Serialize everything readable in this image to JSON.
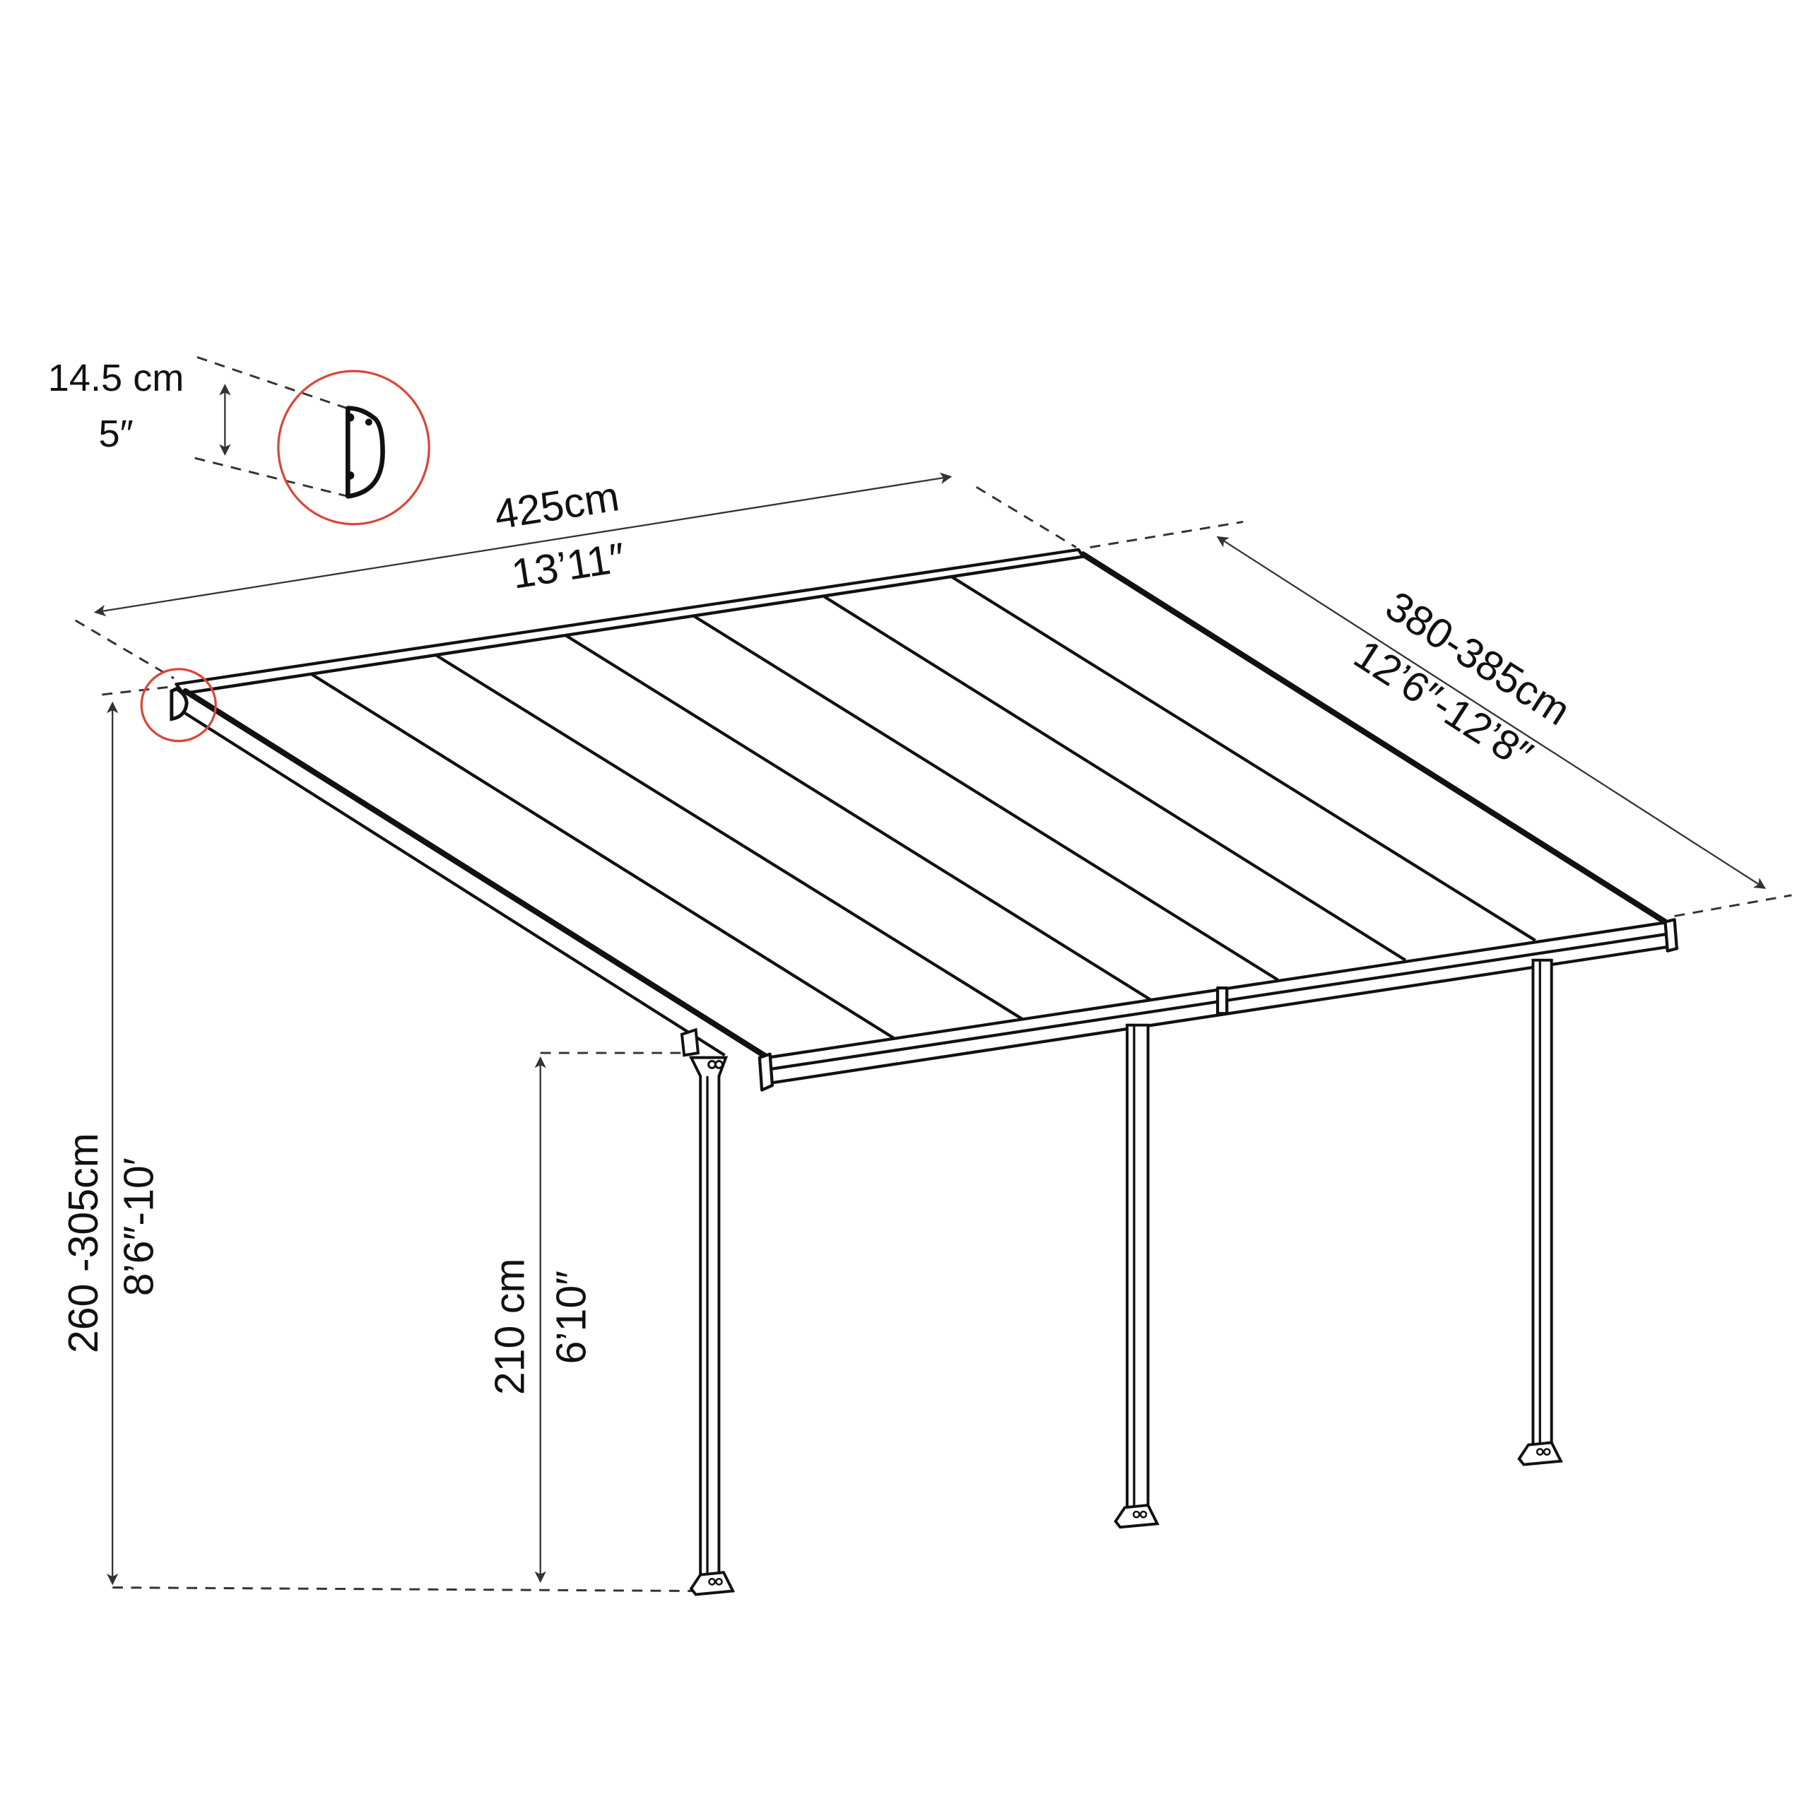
{
  "diagram": {
    "subject": "Patio cover / pergola with polycarbonate roof panels",
    "colors": {
      "line": "#111111",
      "dimension_line": "#333333",
      "callout_circle": "#d9473b",
      "background": "#ffffff"
    },
    "profile_detail": {
      "label_cm": "14.5 cm",
      "label_in": "5″"
    },
    "width": {
      "label_cm": "425cm",
      "label_in": "13’11″"
    },
    "depth": {
      "label_cm": "380-385cm",
      "label_in": "12’6″-12’8″"
    },
    "wall_height": {
      "label_cm": "260 -305cm",
      "label_in": "8’6″-10′"
    },
    "post_height": {
      "label_cm": "210 cm",
      "label_in": "6’10″"
    },
    "roof_panels": 7,
    "posts": 3
  }
}
